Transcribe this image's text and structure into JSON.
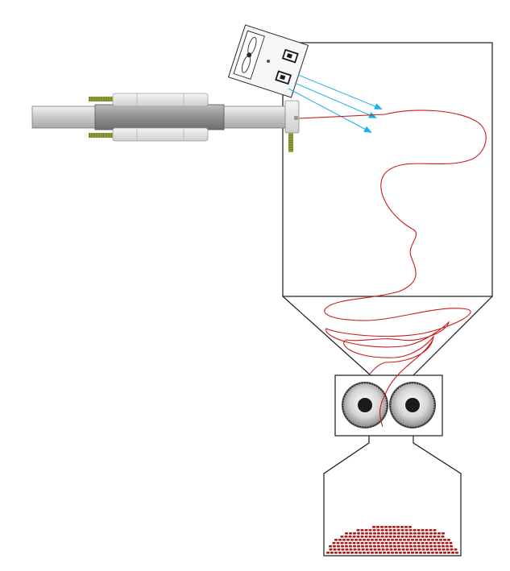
{
  "diagram": {
    "colors": {
      "outline": "#1a1a1a",
      "fiber": "#cc1a1a",
      "air": "#1ab0e8",
      "metal_light": "#d9d9d9",
      "metal_mid": "#bdbdbd",
      "spring": "#8fa63a",
      "roller": "#7a7a7a",
      "pellet": "#b01818"
    },
    "icons": [
      "fan-icon",
      "nozzle-icon"
    ],
    "components": [
      "extruder",
      "heater-band",
      "spinneret",
      "air-blower",
      "forming-chamber",
      "collection-hopper",
      "feed-rollers",
      "cutter-hopper",
      "pellet-pile"
    ]
  }
}
